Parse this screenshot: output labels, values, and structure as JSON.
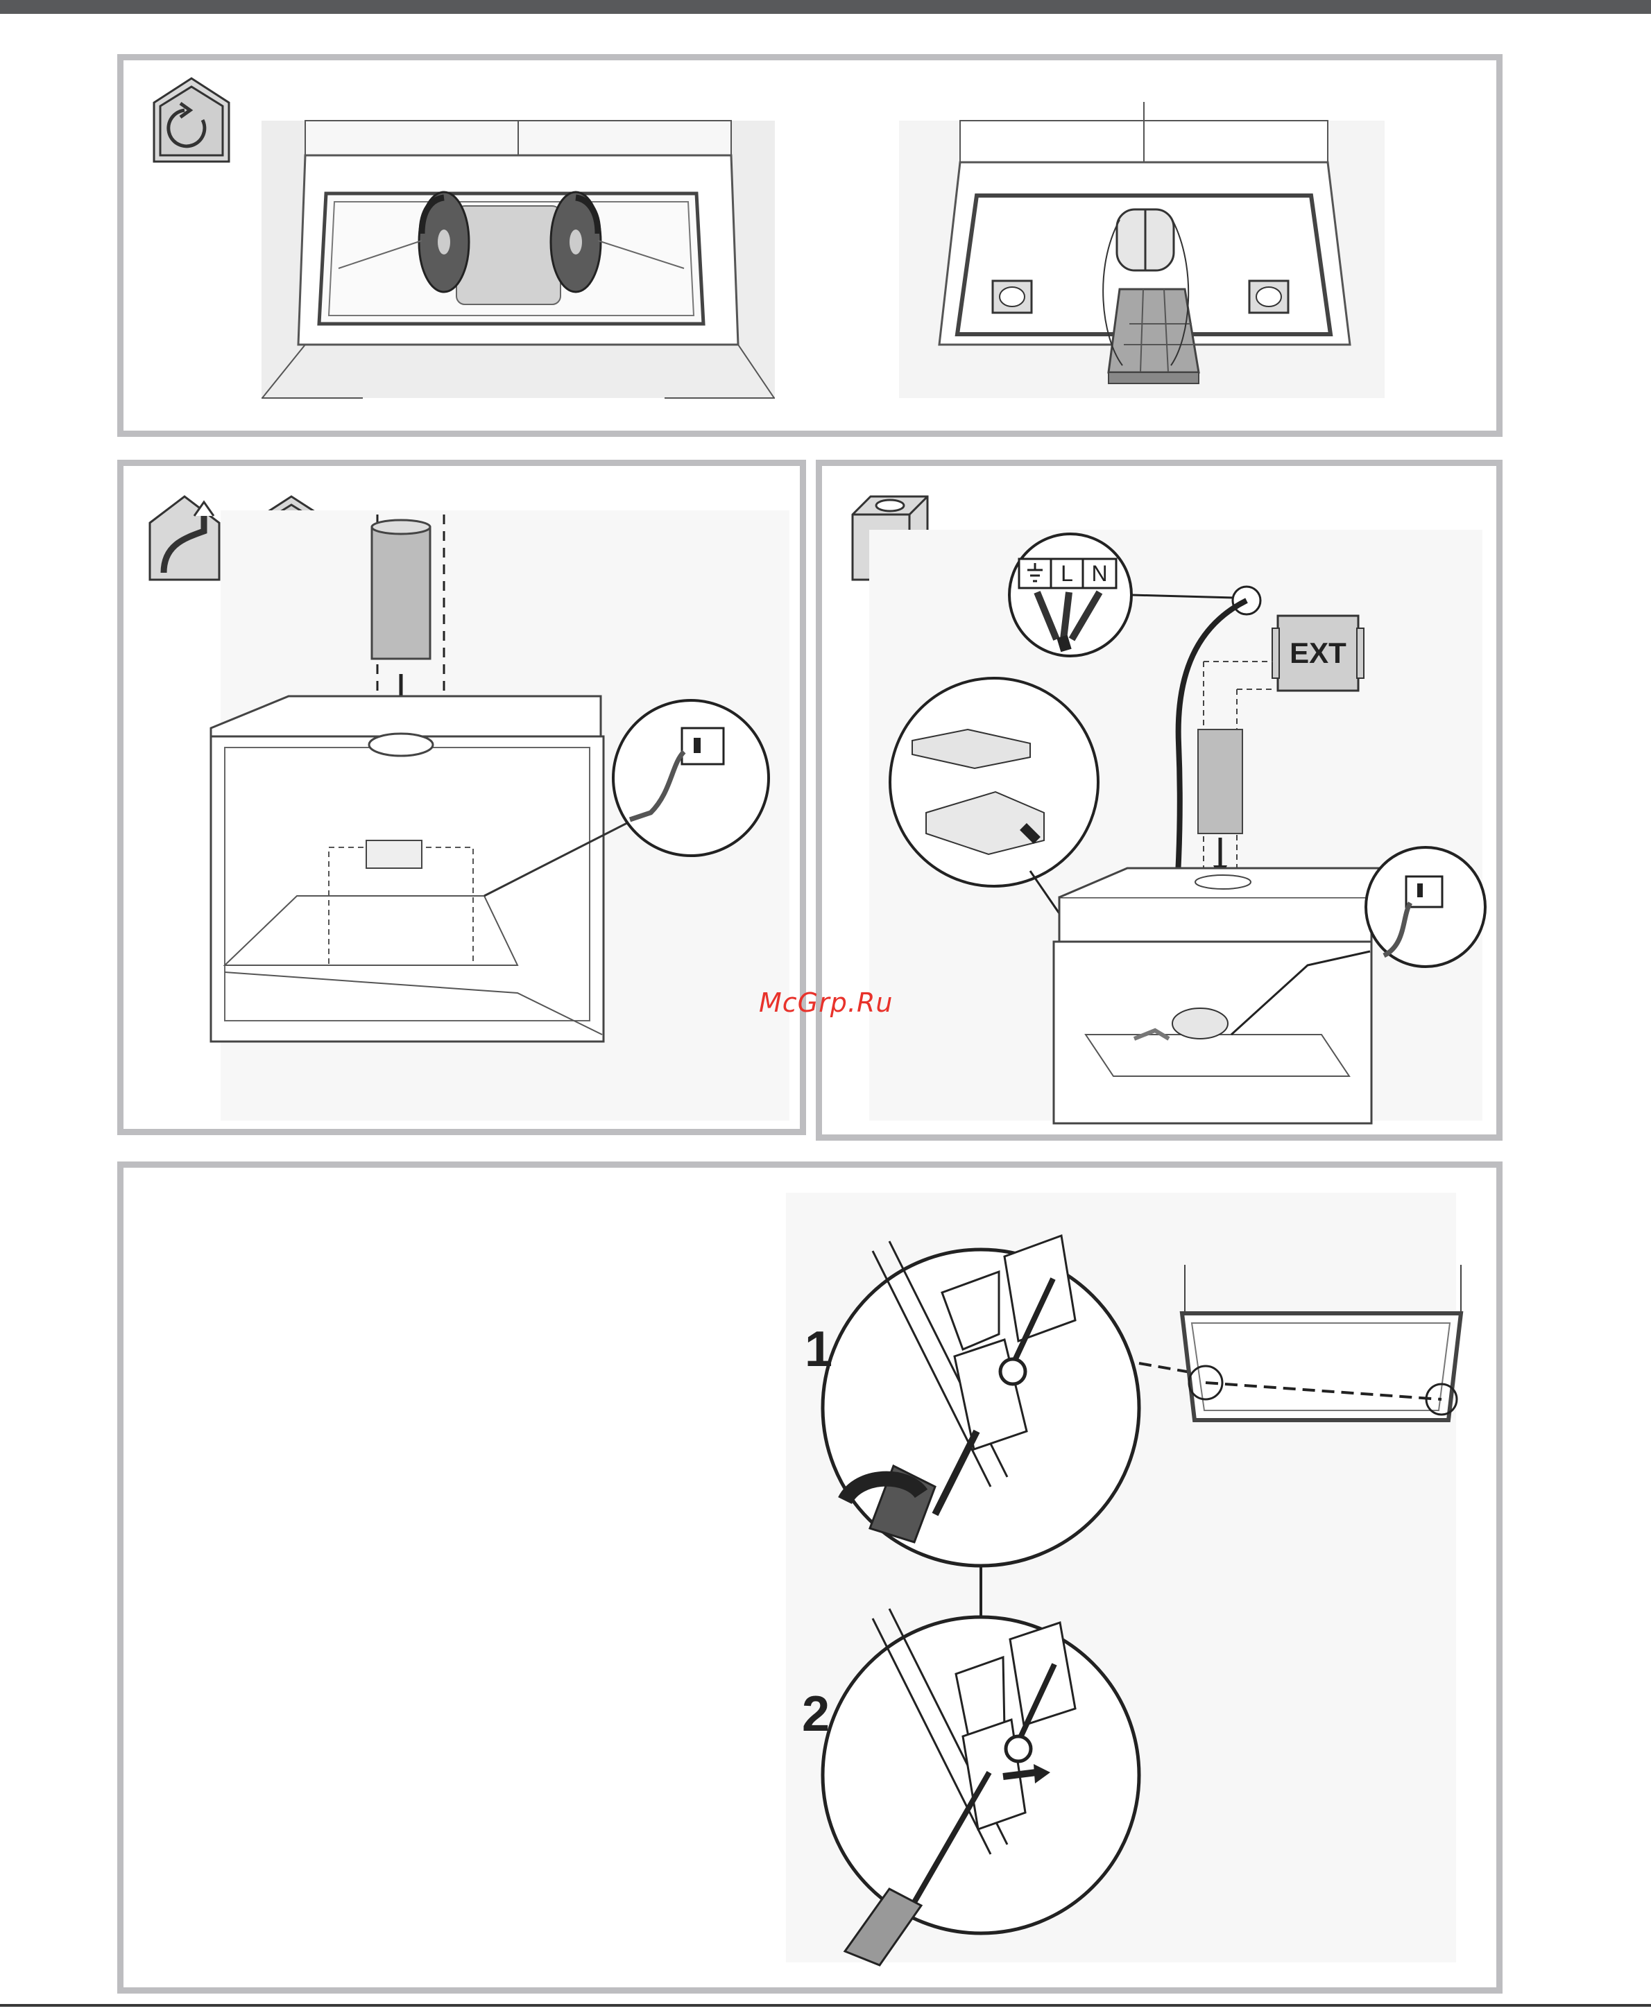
{
  "header_bar": {
    "color": "#58595b"
  },
  "panel_border_color": "#bdbdc0",
  "panels": [
    {
      "id": "recirculation-filters",
      "mode_icons": [
        "recirculation-icon"
      ]
    },
    {
      "id": "ducting-installation",
      "mode_icons": [
        "ducting-icon",
        "recirculation-icon"
      ]
    },
    {
      "id": "external-motor-wiring",
      "mode_icons": [
        "external-motor-icon"
      ],
      "wiring_labels": [
        "L",
        "N"
      ],
      "motor_label": "EXT"
    },
    {
      "id": "filter-frame-release",
      "step_labels": [
        "1",
        "2"
      ]
    }
  ],
  "watermark": {
    "text": "McGrp.Ru",
    "color": "#e8322b"
  }
}
